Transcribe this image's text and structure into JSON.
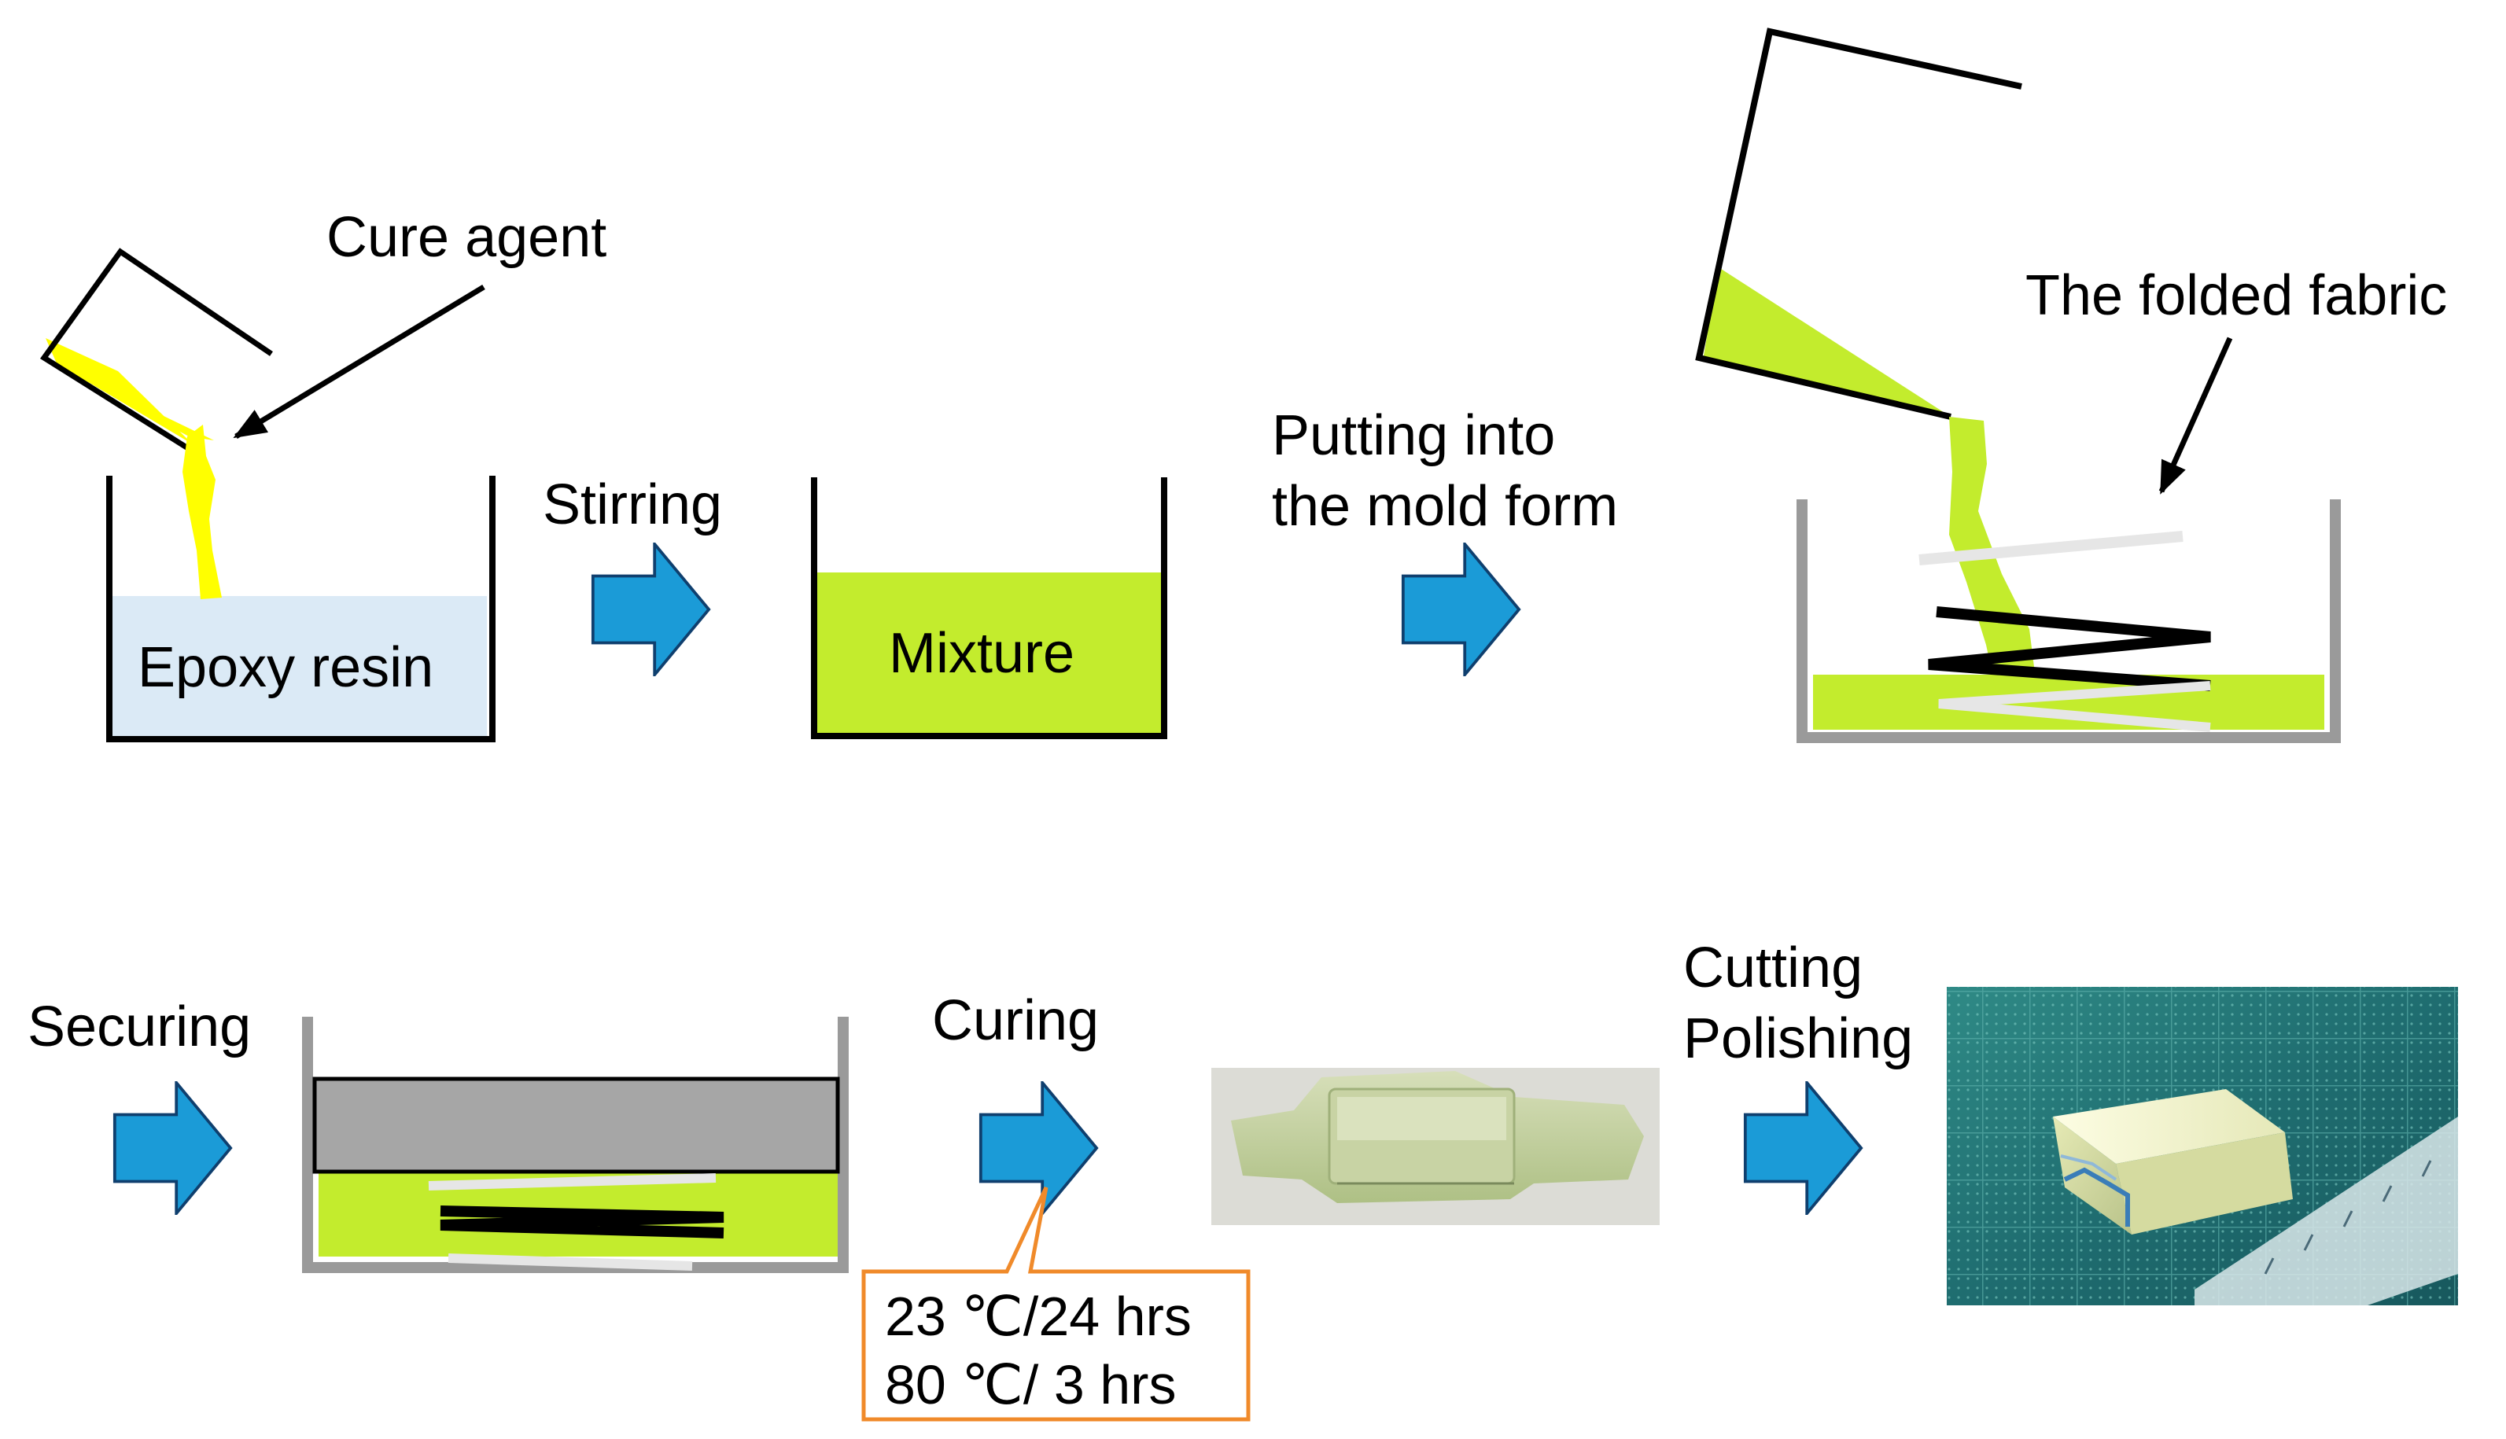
{
  "labels": {
    "cure_agent": "Cure agent",
    "epoxy_resin": "Epoxy resin",
    "stirring": "Stirring",
    "mixture": "Mixture",
    "putting_line1": "Putting into",
    "putting_line2": "the mold form",
    "folded_fabric": "The folded fabric",
    "securing": "Securing",
    "curing": "Curing",
    "cutting": "Cutting",
    "polishing": "Polishing"
  },
  "curing_conditions": {
    "line1": "23 ℃/24 hrs",
    "line2": "80 ℃/  3 hrs"
  },
  "colors": {
    "arrow_fill": "#1b9bd7",
    "epoxy": "#dbeaf6",
    "mixture": "#c3ec2d",
    "cure_agent": "#ffff00",
    "mold_wall": "#9a9a9a",
    "press_plate": "#a6a6a6",
    "callout_border": "#f08a2a"
  },
  "icons": [
    "right-arrow-icon",
    "pointer-arrow-icon"
  ]
}
